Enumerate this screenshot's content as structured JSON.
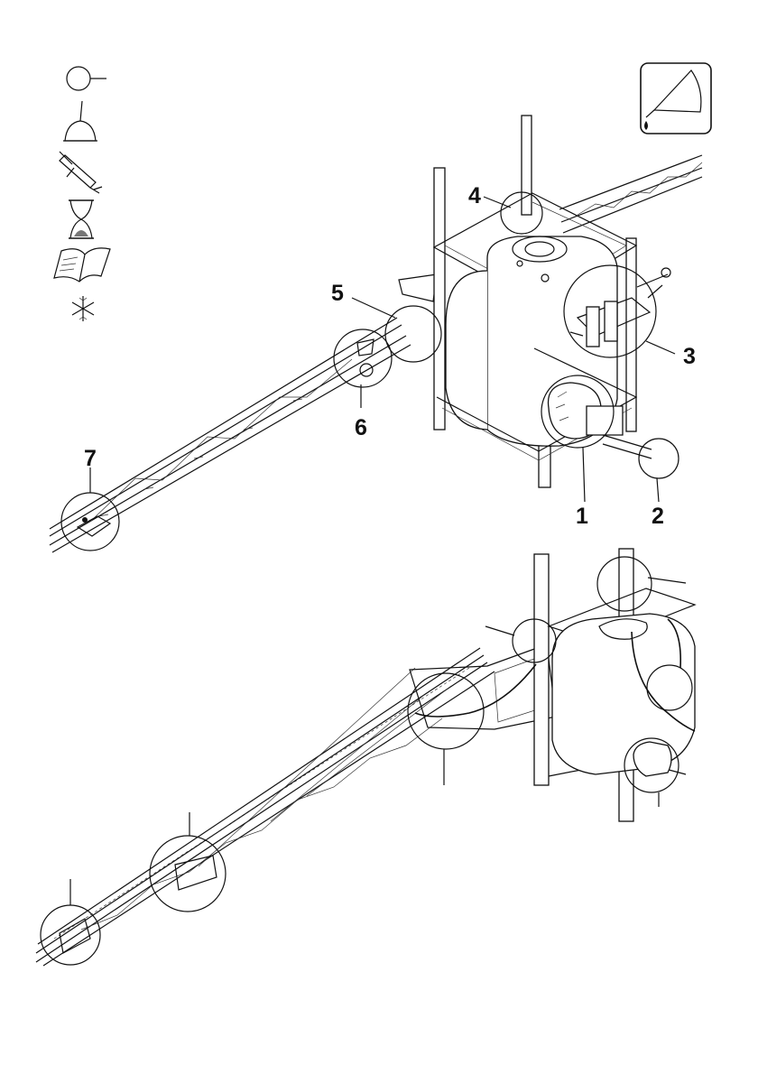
{
  "labels": {
    "c1": "1",
    "c2": "2",
    "c3": "3",
    "c4": "4",
    "c5": "5",
    "c6": "6",
    "c7": "7"
  },
  "icons": [
    "lubrication-point-icon",
    "oil-can-icon",
    "grease-gun-icon",
    "hourglass-icon",
    "manual-book-icon",
    "frost-snowflake-icon",
    "oil-funnel-icon"
  ]
}
